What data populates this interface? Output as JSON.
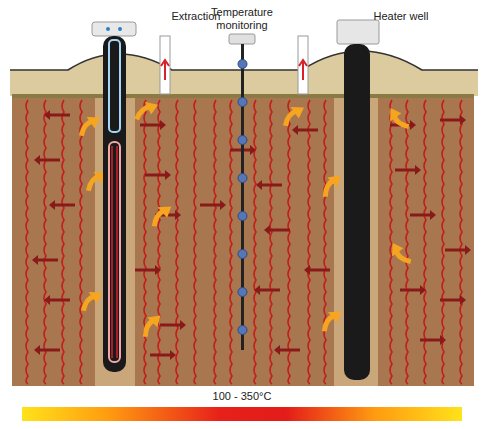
{
  "diagram": {
    "labels": [
      "Extraction",
      "Temperature monitoring",
      "Heater well",
      "100 - 350°C"
    ]
  }
}
